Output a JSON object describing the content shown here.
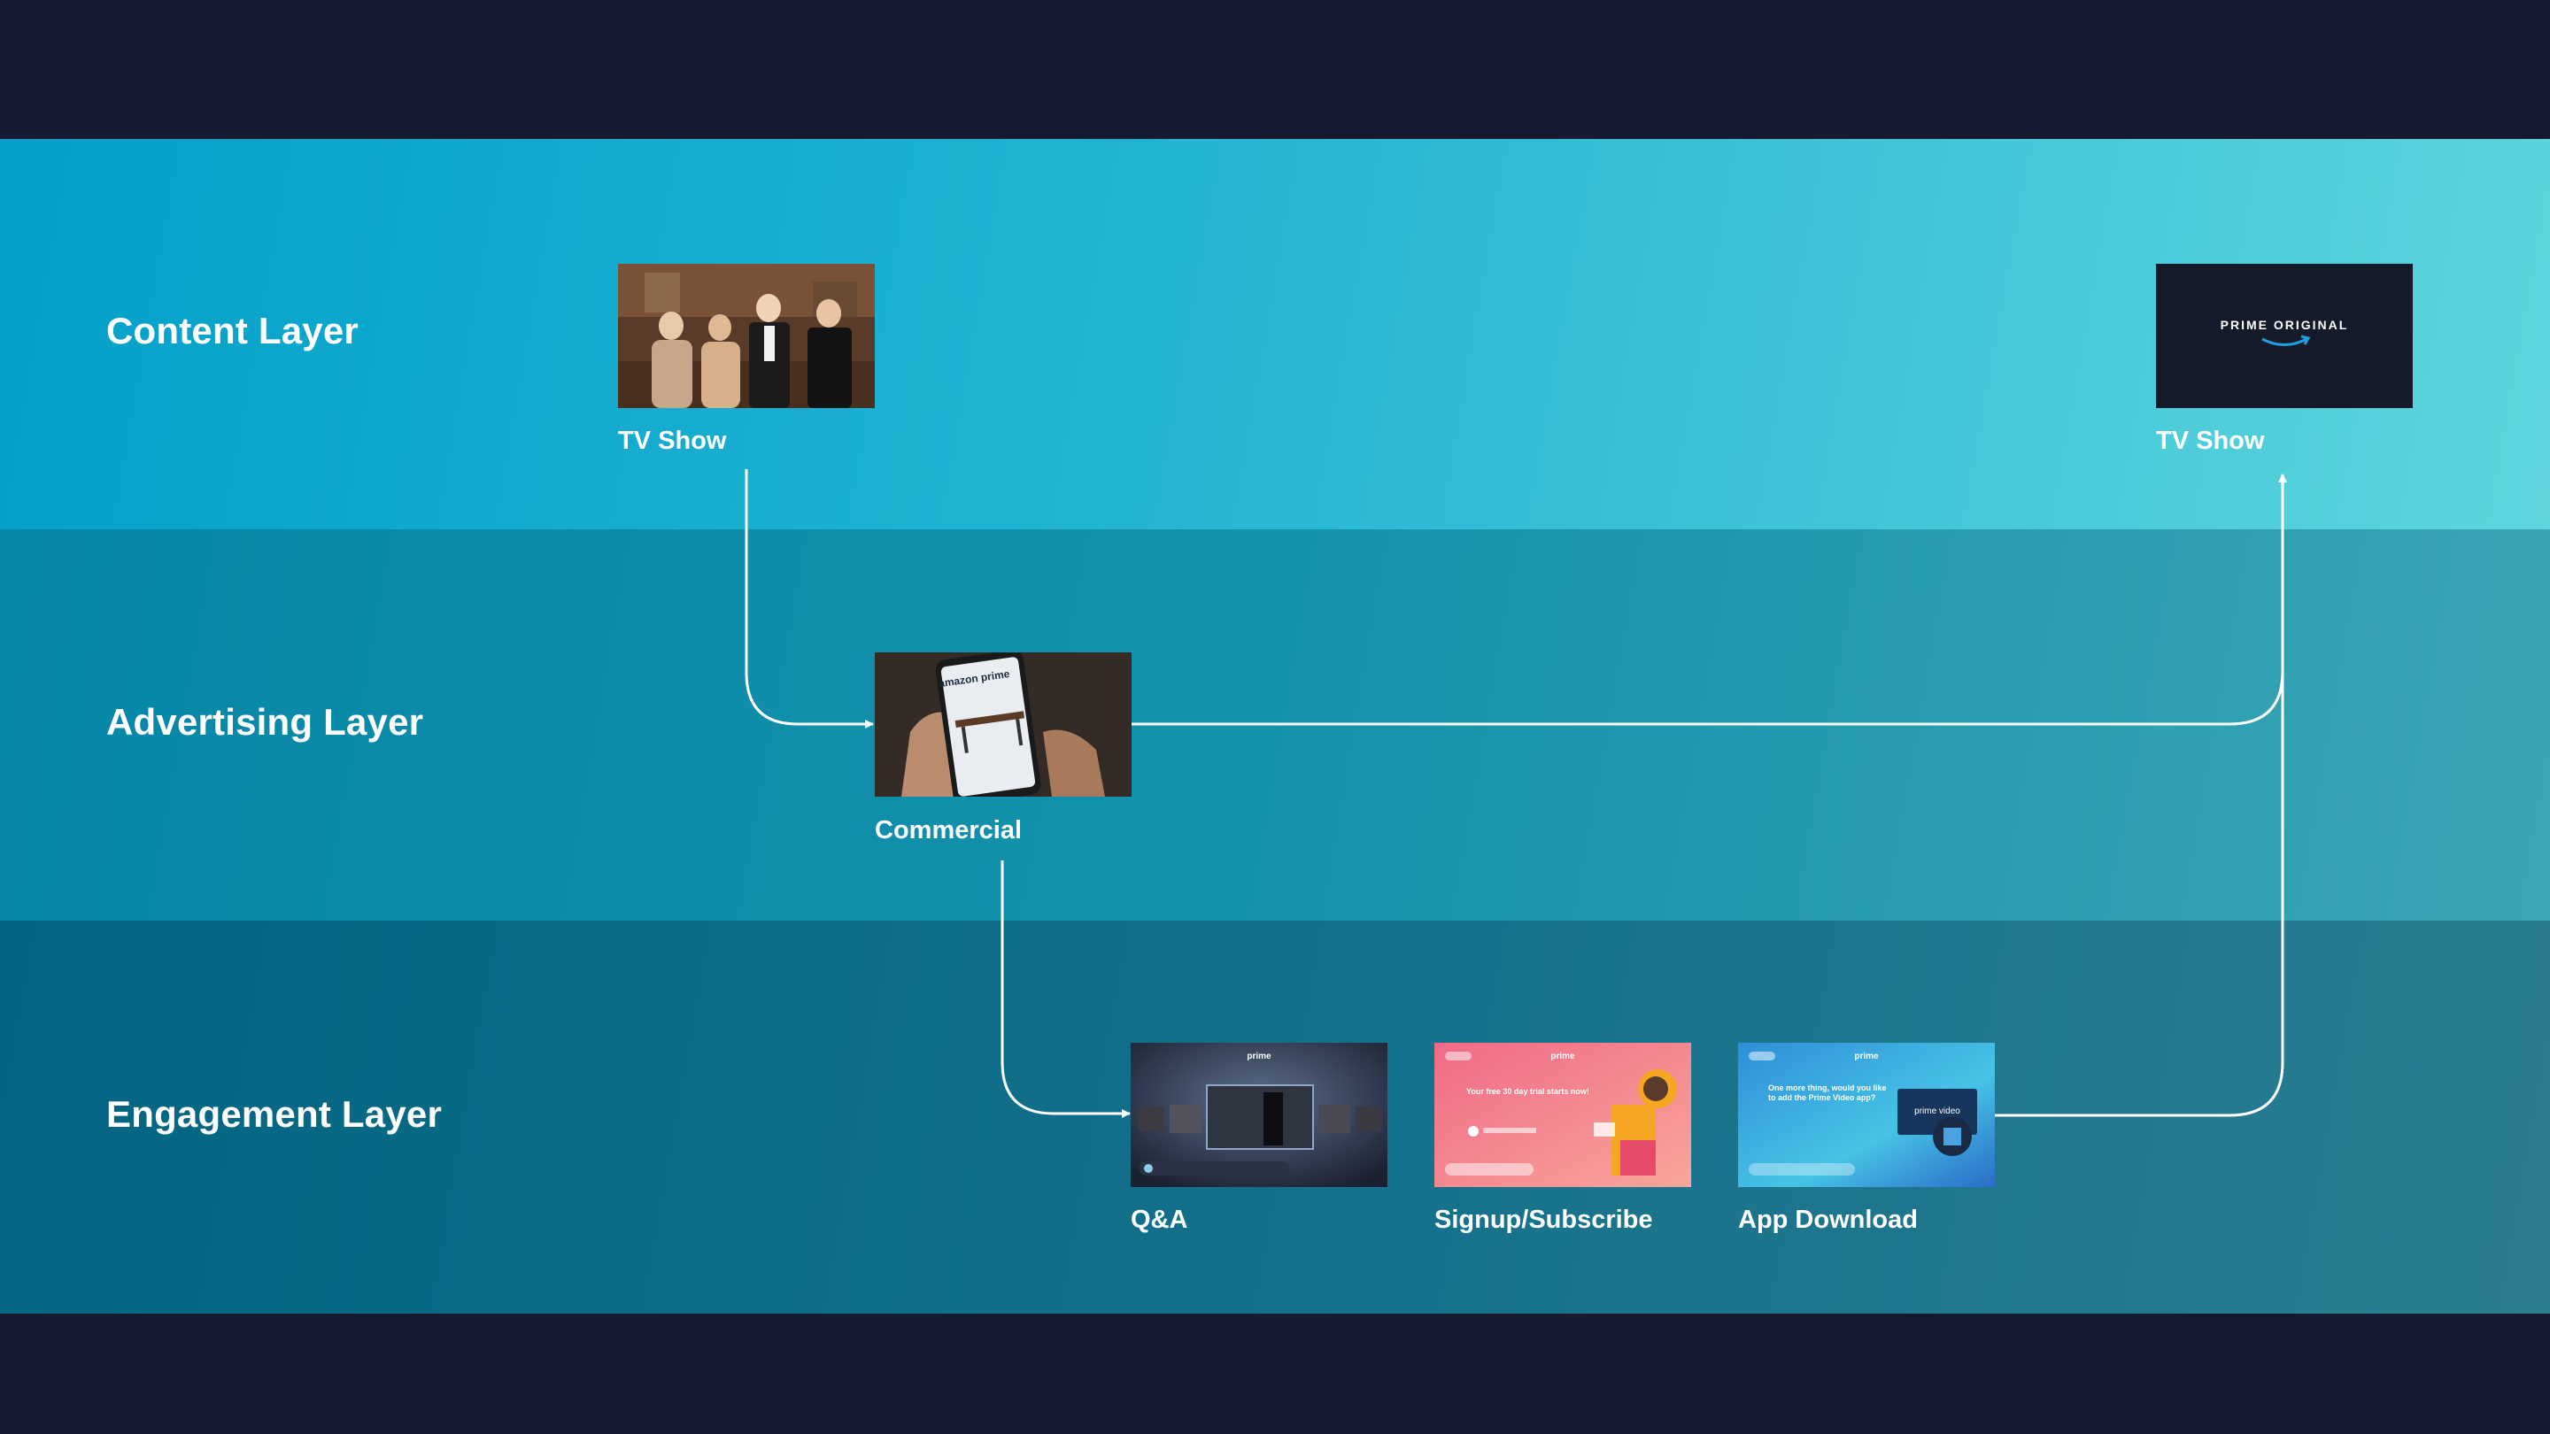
{
  "layers": {
    "content": "Content Layer",
    "advertising": "Advertising Layer",
    "engagement": "Engagement Layer"
  },
  "nodes": {
    "tv_show_1": {
      "caption": "TV Show"
    },
    "tv_show_2": {
      "caption": "TV Show",
      "thumb_text": "PRIME ORIGINAL"
    },
    "commercial": {
      "caption": "Commercial",
      "thumb_text": "amazon prime"
    },
    "qa": {
      "caption": "Q&A",
      "thumb_text": "prime"
    },
    "signup": {
      "caption": "Signup/Subscribe",
      "thumb_text": "Your free 30 day trial starts now!"
    },
    "app_download": {
      "caption": "App Download",
      "thumb_text": "One more thing, would you like to add the Prime Video app?",
      "thumb_badge": "prime video"
    }
  },
  "colors": {
    "frame": "#151a30",
    "content_band": "#04a0c9",
    "advertising_band": "#0686a8",
    "engagement_band": "#026582",
    "connector": "#ffffff"
  }
}
